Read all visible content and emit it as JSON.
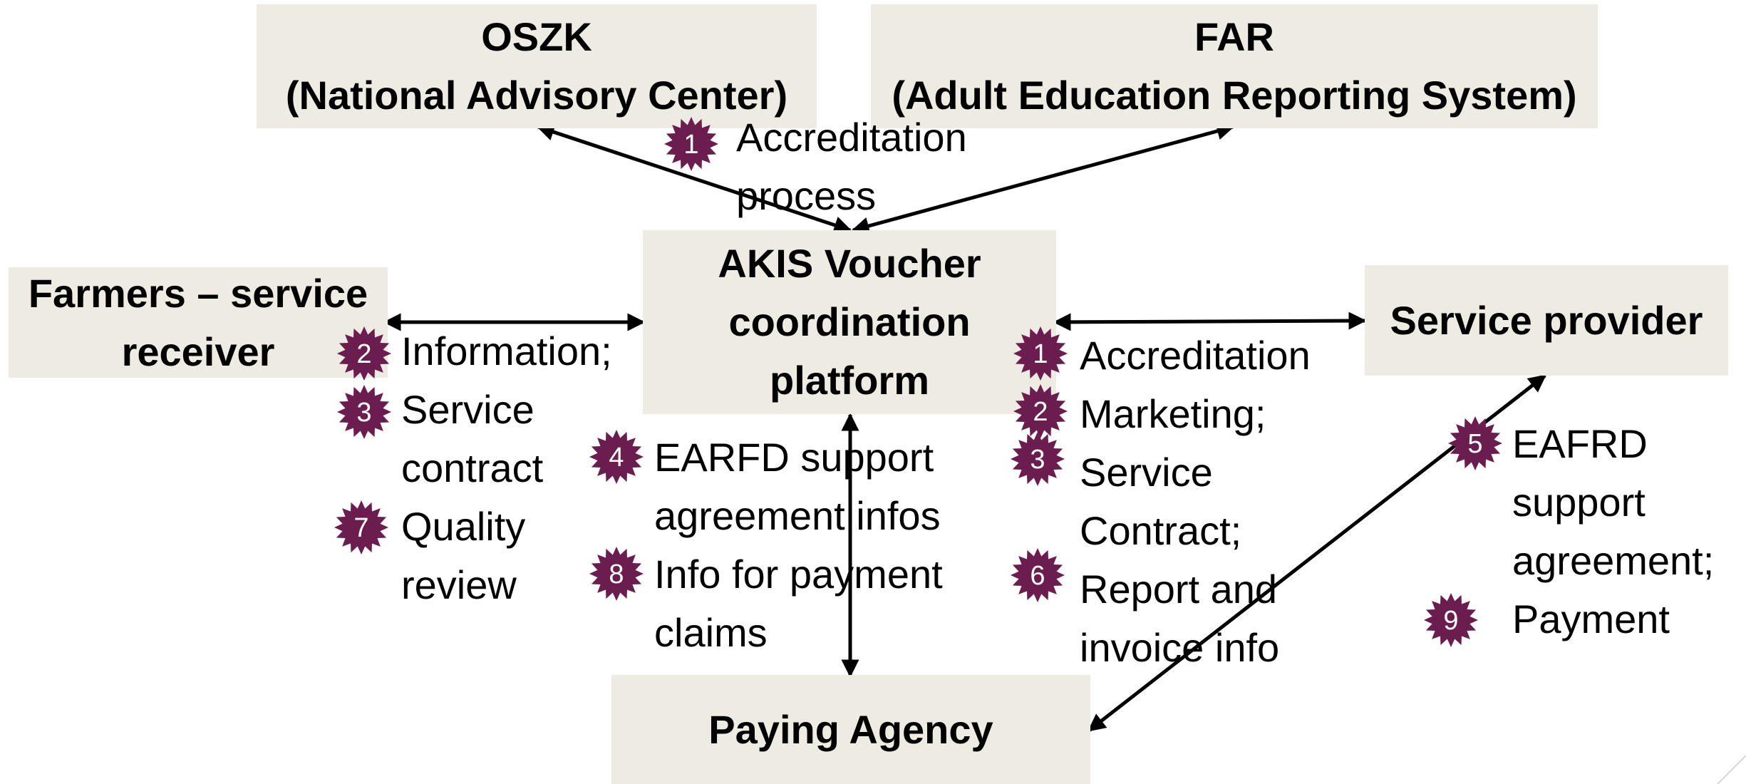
{
  "nodes": {
    "oszk": {
      "line1": "OSZK",
      "line2": "(National Advisory Center)"
    },
    "far": {
      "line1": "FAR",
      "line2": "(Adult Education Reporting System)"
    },
    "farmers": {
      "line1": "Farmers – service",
      "line2": "receiver"
    },
    "akis": {
      "line1": "AKIS Voucher",
      "line2": "coordination",
      "line3": "platform"
    },
    "provider": {
      "line1": "Service provider"
    },
    "paying": {
      "line1": "Paying Agency"
    }
  },
  "annotations": {
    "accreditation_top": {
      "badge": "1",
      "line1": "Accreditation",
      "line2": "process"
    },
    "farmers_flow": [
      {
        "badge": "2",
        "line1": "Information;"
      },
      {
        "badge": "3",
        "line1": "Service",
        "line2": "contract"
      },
      {
        "badge": "7",
        "line1": "Quality",
        "line2": "review"
      }
    ],
    "paying_flow": [
      {
        "badge": "4",
        "line1": "EARFD support",
        "line2": "agreement infos"
      },
      {
        "badge": "8",
        "line1": "Info for payment",
        "line2": "claims"
      }
    ],
    "provider_flow": [
      {
        "badge": "1",
        "line1": "Accreditation"
      },
      {
        "badge": "2",
        "line1": "Marketing;"
      },
      {
        "badge": "3",
        "line1": "Service",
        "line2": "Contract;"
      },
      {
        "badge": "6",
        "line1": "Report and",
        "line2": "invoice info"
      }
    ],
    "provider_paying_flow": [
      {
        "badge": "5",
        "line1": "EAFRD",
        "line2": "support",
        "line3": "agreement;"
      },
      {
        "badge": "9",
        "line1": "Payment"
      }
    ]
  },
  "colors": {
    "box_fill": "#eeebe2",
    "badge_fill": "#6b1d4f",
    "arrow": "#000000"
  }
}
